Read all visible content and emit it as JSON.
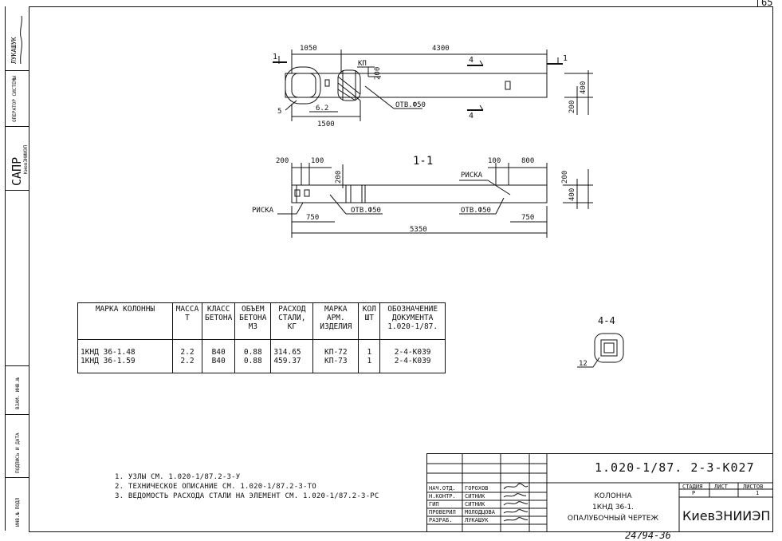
{
  "page_number": "65",
  "side_stamp": {
    "lukashuk": "ЛУКАШУК",
    "operator": "ОПЕРАТОР СИСТЕМЫ",
    "sapr": "САПР",
    "kiev": "КиевЗНИИЭП",
    "vzam": "ВЗАМ. ИНВ.№",
    "podpis": "ПОДПИСЬ И ДАТА",
    "inv": "ИНВ.№ ПОДЛ"
  },
  "top_view": {
    "dim_1050": "1050",
    "dim_4300": "4300",
    "label_kp": "КП",
    "dim_200a": "200",
    "label_otv": "ОТВ.Ф50",
    "dim_1500": "1500",
    "dim_62": "6.2",
    "label_5": "5",
    "dim_200b": "200",
    "dim_400": "400",
    "sec1": "1",
    "sec4": "4"
  },
  "section_view": {
    "title": "1-1",
    "dim_200": "200",
    "dim_100": "100",
    "dim_200v": "200",
    "dim_100r": "100",
    "dim_800": "800",
    "label_riska_top": "РИСКА",
    "label_riska_left": "РИСКА",
    "label_otv_a": "ОТВ.Ф50",
    "label_otv_b": "ОТВ.Ф50",
    "dim_750a": "750",
    "dim_750b": "750",
    "dim_5350": "5350",
    "dim_200r": "200",
    "dim_400r": "400"
  },
  "section44": {
    "title": "4-4",
    "label_12": "12"
  },
  "spec_table": {
    "headers": [
      "МАРКА КОЛОННЫ",
      "МАССА Т",
      "КЛАСС БЕТОНА",
      "ОБЪЕМ БЕТОНА М3",
      "РАСХОД СТАЛИ, КГ",
      "МАРКА АРМ. ИЗДЕЛИЯ",
      "КОЛ ШТ",
      "ОБОЗНАЧЕНИЕ ДОКУМЕНТА 1.020-1/87."
    ],
    "rows": [
      [
        "1КНД 36-1.48",
        "2.2",
        "В40",
        "0.88",
        "314.65",
        "КП-72",
        "1",
        "2-4-К039"
      ],
      [
        "1КНД 36-1.59",
        "2.2",
        "В40",
        "0.88",
        "459.37",
        "КП-73",
        "1",
        "2-4-К039"
      ]
    ]
  },
  "notes": [
    "1. УЗЛЫ СМ. 1.020-1/87.2-3-У",
    "2. ТЕХНИЧЕСКОЕ ОПИСАНИЕ СМ. 1.020-1/87.2-3-ТО",
    "3. ВЕДОМОСТЬ РАСХОДА СТАЛИ НА ЭЛЕМЕНТ СМ. 1.020-1/87.2-3-РС"
  ],
  "title_block": {
    "doc_code": "1.020-1/87. 2-3-К027",
    "roles": [
      "НАЧ.ОТД.",
      "Н.КОНТР.",
      "ГИП",
      "ПРОВЕРИЛ",
      "РАЗРАБ."
    ],
    "names": [
      "ГОРОХОВ",
      "СИТНИК",
      "СИТНИК",
      "МОЛОДЦОВА",
      "ЛУКАШУК"
    ],
    "name_title": "КОЛОННА",
    "name_mark": "1КНД 36-1.",
    "name_type": "ОПАЛУБОЧНЫЙ ЧЕРТЕЖ",
    "stage_label": "СТАДИЯ",
    "sheet_label": "ЛИСТ",
    "sheets_label": "ЛИСТОВ",
    "stage": "Р",
    "sheets": "1",
    "org": "КиевЗНИИЭП"
  },
  "bottom_number": "24794-36"
}
